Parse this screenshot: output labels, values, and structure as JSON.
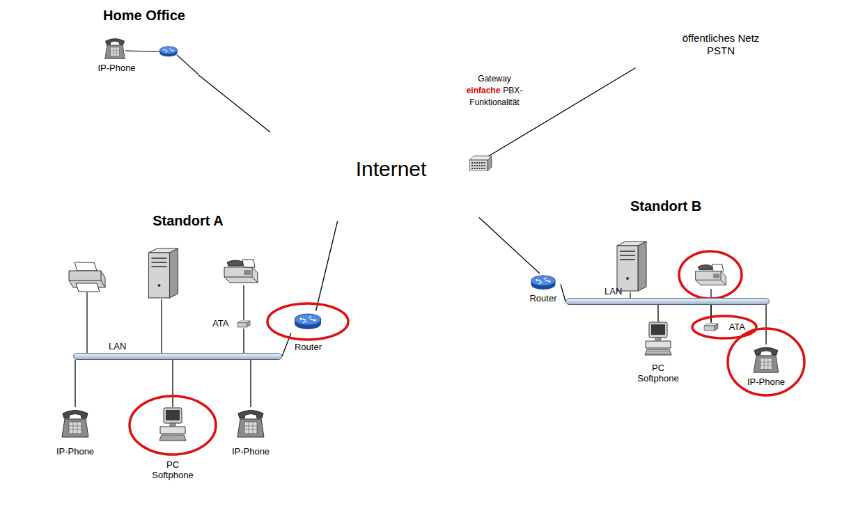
{
  "diagram": {
    "nodes": [
      {
        "text": [
          "Home Office"
        ]
      },
      {
        "text": [
          "IP-Phone"
        ],
        "in": 0
      },
      {
        "text": [
          "öffentliches Netz PSTN"
        ]
      },
      {
        "text": [
          "Internet"
        ]
      },
      {
        "text": [
          "Gateway",
          "einfache",
          "PBX-Funktionalität"
        ],
        "in": 3
      },
      {
        "text": [
          "Standort A"
        ]
      },
      {
        "text": [
          "LAN"
        ],
        "in": 5
      },
      {
        "text": [
          "ATA"
        ],
        "in": 5
      },
      {
        "text": [
          "Router"
        ],
        "in": 5
      },
      {
        "text": [
          "IP-Phone"
        ],
        "in": 5
      },
      {
        "text": [
          "PC Softphone"
        ],
        "in": 5
      },
      {
        "text": [
          "IP-Phone"
        ],
        "in": 5
      },
      {
        "text": [
          "Standort B"
        ]
      },
      {
        "text": [
          "Router"
        ],
        "in": 12
      },
      {
        "text": [
          "LAN"
        ],
        "in": 12
      },
      {
        "text": [
          "ATA"
        ],
        "in": 12
      },
      {
        "text": [
          "PC Softphone"
        ],
        "in": 12
      },
      {
        "text": [
          "IP-Phone"
        ],
        "in": 12
      }
    ],
    "edges": [
      {
        "from": 0,
        "to": 3,
        "arrow": "none"
      },
      {
        "from": 4,
        "to": 2,
        "arrow": "none"
      },
      {
        "from": 8,
        "to": 3,
        "arrow": "none"
      },
      {
        "from": 6,
        "to": 7,
        "arrow": "none"
      },
      {
        "from": 6,
        "to": 8,
        "arrow": "none"
      },
      {
        "from": 6,
        "to": 9,
        "arrow": "none"
      },
      {
        "from": 6,
        "to": 10,
        "arrow": "none"
      },
      {
        "from": 6,
        "to": 11,
        "arrow": "none"
      },
      {
        "from": 13,
        "to": 3,
        "arrow": "none"
      },
      {
        "from": 13,
        "to": 14,
        "arrow": "none"
      },
      {
        "from": 14,
        "to": 15,
        "arrow": "none"
      },
      {
        "from": 14,
        "to": 16,
        "arrow": "none"
      },
      {
        "from": 14,
        "to": 17,
        "arrow": "none"
      }
    ]
  }
}
